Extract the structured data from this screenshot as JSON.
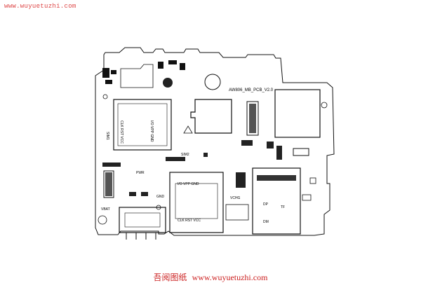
{
  "watermark": {
    "top_url": "www.wuyuetuzhi.com",
    "bottom_cn": "吾阅图纸",
    "bottom_url": "www.wuyuetuzhi.com"
  },
  "board": {
    "board_label": "AW806_MB_PCB_V2.0",
    "sim1_label": "SIM1",
    "sim2_label": "SIM2",
    "sim1_pins_left": "CLK RST VCC",
    "sim1_pins_right": "I/O VPP GND",
    "sim2_pins_top": "I/O VPP GND",
    "sim2_pins_bottom": "CLK RST VCC",
    "gnd_label": "GND",
    "vbat_label": "VBAT",
    "pwr_label": "PWR",
    "vchg_label": "VCHG",
    "tf_label": "TF",
    "dp_label": "DP",
    "dm_label": "DM",
    "colors": {
      "outline": "#111111",
      "watermark": "#cc2222"
    }
  }
}
